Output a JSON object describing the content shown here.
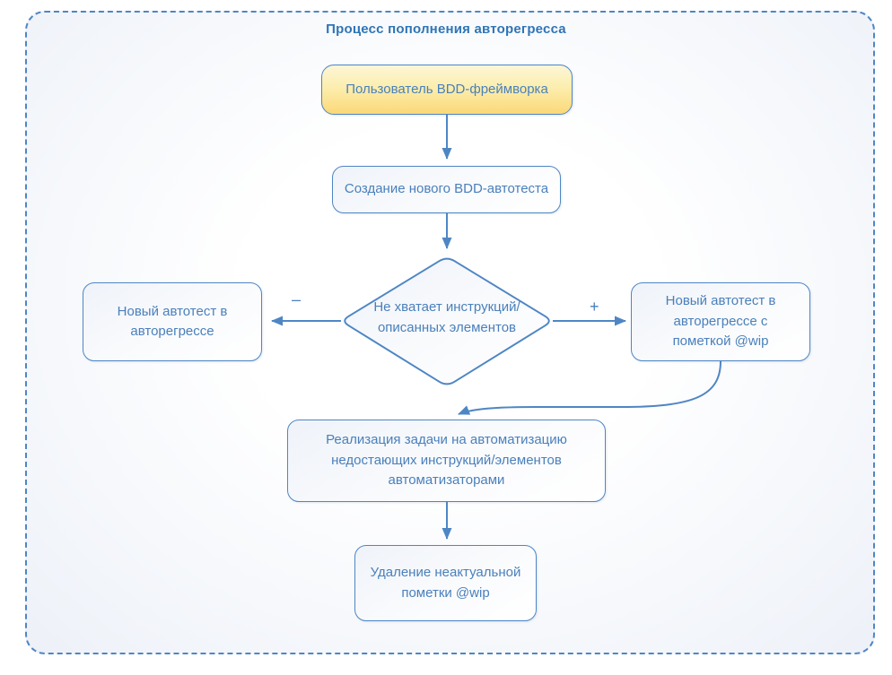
{
  "title": "Процесс пополнения авторегресса",
  "nodes": {
    "user": "Пользователь BDD-фреймворка",
    "create_test": "Создание нового BDD-автотеста",
    "decision": "Не хватает инструкций/ описанных элементов",
    "autoregress": "Новый автотест в авторегрессе",
    "autoregress_wip": "Новый автотест в авторегрессе с пометкой @wip",
    "automation_task": "Реализация задачи на автоматизацию недостающих инструкций/элементов автоматизаторами",
    "remove_wip": "Удаление неактуальной пометки @wip"
  },
  "edge_labels": {
    "negative": "–",
    "positive": "+"
  },
  "colors": {
    "accent": "#4e86c4",
    "text": "#4a80bb",
    "title": "#2f75b6",
    "node_fill_top": "#eff3f9",
    "node_fill_bottom": "#ffffff",
    "user_fill_top": "#fdf6d8",
    "user_fill_bottom": "#fbd878"
  }
}
